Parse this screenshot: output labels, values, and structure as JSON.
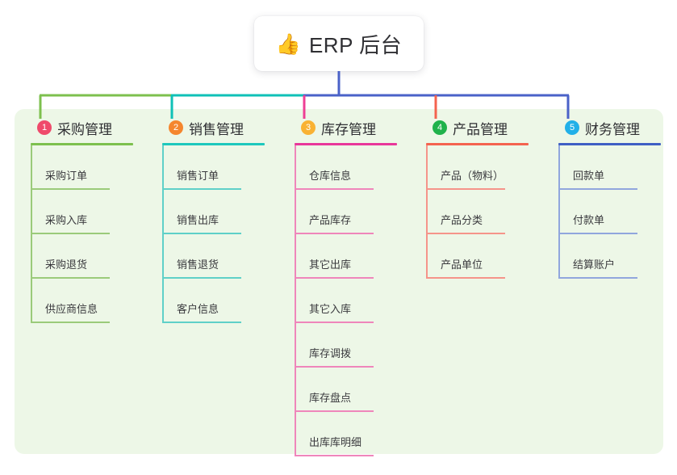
{
  "diagram": {
    "title": "ERP 后台",
    "root": {
      "icon": "thumbs-up-icon",
      "emoji": "👍",
      "label": "ERP 后台"
    },
    "panel_color": "#edf7e7",
    "columns": [
      {
        "number": "1",
        "label": "采购管理",
        "badge_color": "#ef4a6b",
        "rule_color": "#7dc04e",
        "stub_color": "#7dc04e",
        "leaf_color": "#9bcb7a",
        "items": [
          {
            "label": "采购订单"
          },
          {
            "label": "采购入库"
          },
          {
            "label": "采购退货"
          },
          {
            "label": "供应商信息"
          }
        ]
      },
      {
        "number": "2",
        "label": "销售管理",
        "badge_color": "#f5862e",
        "rule_color": "#1ec8bd",
        "stub_color": "#0fc1b7",
        "leaf_color": "#5fd0c8",
        "items": [
          {
            "label": "销售订单"
          },
          {
            "label": "销售出库"
          },
          {
            "label": "销售退货"
          },
          {
            "label": "客户信息"
          }
        ]
      },
      {
        "number": "3",
        "label": "库存管理",
        "badge_color": "#f9b233",
        "rule_color": "#e8379a",
        "stub_color": "#ee3f95",
        "leaf_color": "#ef86bb",
        "items": [
          {
            "label": "仓库信息"
          },
          {
            "label": "产品库存"
          },
          {
            "label": "其它出库"
          },
          {
            "label": "其它入库"
          },
          {
            "label": "库存调拨"
          },
          {
            "label": "库存盘点"
          },
          {
            "label": "出库库明细"
          }
        ]
      },
      {
        "number": "4",
        "label": "产品管理",
        "badge_color": "#20b24b",
        "rule_color": "#f4634f",
        "stub_color": "#f4634f",
        "leaf_color": "#f5948a",
        "items": [
          {
            "label": "产品（物料）"
          },
          {
            "label": "产品分类"
          },
          {
            "label": "产品单位"
          }
        ]
      },
      {
        "number": "5",
        "label": "财务管理",
        "badge_color": "#22b0e8",
        "rule_color": "#3f5fc4",
        "stub_color": "#4a62c8",
        "leaf_color": "#91a6dd",
        "items": [
          {
            "label": "回款单"
          },
          {
            "label": "付款单"
          },
          {
            "label": "结算账户"
          }
        ]
      }
    ],
    "bus": {
      "segments": [
        {
          "from_column": 1,
          "to_column": 2,
          "color": "#7dc04e"
        },
        {
          "from_column": 2,
          "to_column": 3,
          "color": "#0fc1b7"
        },
        {
          "from_column": 3,
          "to_column": 5,
          "color": "#4a62c8"
        }
      ],
      "root_drop_color": "#4a62c8"
    }
  }
}
